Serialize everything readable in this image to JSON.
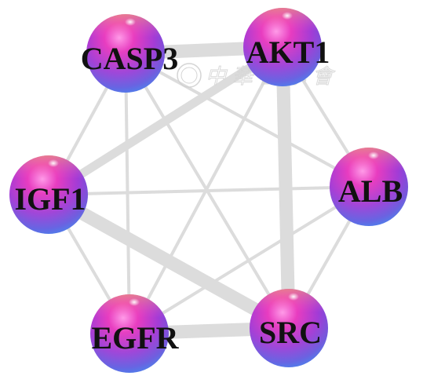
{
  "network": {
    "nodes": [
      {
        "id": "CASP3",
        "label": "CASP3"
      },
      {
        "id": "AKT1",
        "label": "AKT1"
      },
      {
        "id": "ALB",
        "label": "ALB"
      },
      {
        "id": "SRC",
        "label": "SRC"
      },
      {
        "id": "EGFR",
        "label": "EGFR"
      },
      {
        "id": "IGF1",
        "label": "IGF1"
      }
    ],
    "edges": [
      {
        "source": "CASP3",
        "target": "AKT1",
        "weight": "strong"
      },
      {
        "source": "CASP3",
        "target": "IGF1",
        "weight": "weak"
      },
      {
        "source": "CASP3",
        "target": "EGFR",
        "weight": "weak"
      },
      {
        "source": "CASP3",
        "target": "SRC",
        "weight": "weak"
      },
      {
        "source": "CASP3",
        "target": "ALB",
        "weight": "weak"
      },
      {
        "source": "AKT1",
        "target": "IGF1",
        "weight": "medium"
      },
      {
        "source": "AKT1",
        "target": "EGFR",
        "weight": "weak"
      },
      {
        "source": "AKT1",
        "target": "SRC",
        "weight": "strong"
      },
      {
        "source": "AKT1",
        "target": "ALB",
        "weight": "weak"
      },
      {
        "source": "IGF1",
        "target": "ALB",
        "weight": "weak"
      },
      {
        "source": "IGF1",
        "target": "SRC",
        "weight": "strong"
      },
      {
        "source": "IGF1",
        "target": "EGFR",
        "weight": "weak"
      },
      {
        "source": "ALB",
        "target": "SRC",
        "weight": "weak"
      },
      {
        "source": "ALB",
        "target": "EGFR",
        "weight": "weak"
      },
      {
        "source": "EGFR",
        "target": "SRC",
        "weight": "strong"
      }
    ],
    "colors": {
      "node_top": "#f02ab8",
      "node_mid": "#9c39d8",
      "node_bottom": "#5a6ae0",
      "edge": "#dcdcdc",
      "label": "#111111"
    }
  },
  "watermark": {
    "text": "中華醫學會"
  }
}
